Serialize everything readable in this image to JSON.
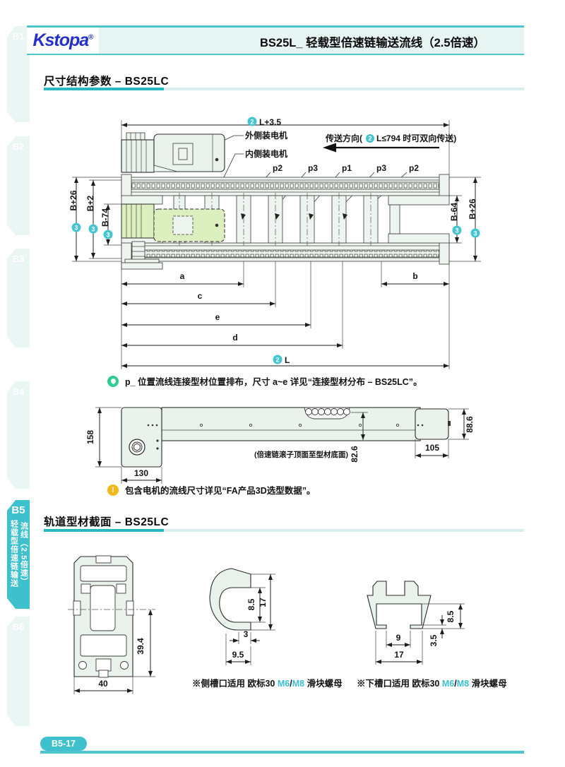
{
  "colors": {
    "teal": "#3ec0cd",
    "teal_dark": "#29b8c2",
    "teal_light": "#d9efed",
    "band_bg": "#e6f5f2",
    "logo_blue": "#2430c8",
    "tip_green": "#2ecc8f",
    "warn_yellow": "#f5b81c",
    "cyan_text": "#3bbfce",
    "drawing_fill": "#e9f3ec",
    "motor_green": "#dcefbe"
  },
  "sidebar": {
    "tabs": [
      {
        "id": "B1"
      },
      {
        "id": "B2"
      },
      {
        "id": "B3"
      },
      {
        "id": "B4"
      },
      {
        "id": "B5",
        "active": true,
        "vlabel_right": "流线（2.5倍速）",
        "vlabel_left": "轻载型倍速链输送"
      },
      {
        "id": "B6"
      }
    ]
  },
  "header": {
    "logo": "Kstopa",
    "reg": "®",
    "title": "BS25L_ 轻载型倍速链输送流线（2.5倍速）"
  },
  "section1": {
    "title": "尺寸结构参数 – BS25LC"
  },
  "diagram_top": {
    "badge2": "2",
    "badge3": "3",
    "dim_total": "L+3.5",
    "label_outer_motor": "外侧装电机",
    "label_inner_motor": "内侧装电机",
    "direction_prefix": "传送方向(",
    "direction_suffix": "L≤794 时可双向传送)",
    "p_labels": [
      "p2",
      "p3",
      "p1",
      "p3",
      "p2"
    ],
    "dims_left": [
      "B+26",
      "B+2",
      "B-74"
    ],
    "dims_right": [
      "B-64",
      "B+26"
    ],
    "dim_a": "a",
    "dim_b": "b",
    "dim_c": "c",
    "dim_d": "d",
    "dim_e": "e",
    "dim_L": "L"
  },
  "note1": {
    "prefix": "p_ 位置流线连接型材位置排布，尺寸 a~e 详见",
    "bold": "“连接型材分布 – BS25LC”",
    "end": "。"
  },
  "side_view": {
    "dim_height_left": "158",
    "dim_width_left": "130",
    "dim_roller": "82.6",
    "dim_note": "(倍速链滚子顶面至型材底面)",
    "dim_right_height": "88.6",
    "dim_right_width": "105"
  },
  "note2": {
    "prefix": "包含电机的流线尺寸详见",
    "bold": "“FA产品3D选型数据”",
    "end": "。"
  },
  "section2": {
    "title": "轨道型材截面 – BS25LC"
  },
  "profiles": {
    "main": {
      "dim_width": "40",
      "dim_height": "39.4"
    },
    "side_groove": {
      "dim_inner": "8.5",
      "dim_outer": "17",
      "dim_lip": "3",
      "dim_depth": "9.5",
      "note_prefix": "※侧槽口适用 欧标30 ",
      "note_m6": "M6",
      "note_slash": "/",
      "note_m8": "M8",
      "note_suffix": " 滑块螺母"
    },
    "bottom_groove": {
      "dim_inner_w": "9",
      "dim_outer_w": "17",
      "dim_lip": "3.5",
      "dim_depth": "8.5",
      "note_prefix": "※下槽口适用 欧标30 ",
      "note_m6": "M6",
      "note_slash": "/",
      "note_m8": "M8",
      "note_suffix": " 滑块螺母"
    }
  },
  "footer": {
    "page": "B5-17"
  }
}
